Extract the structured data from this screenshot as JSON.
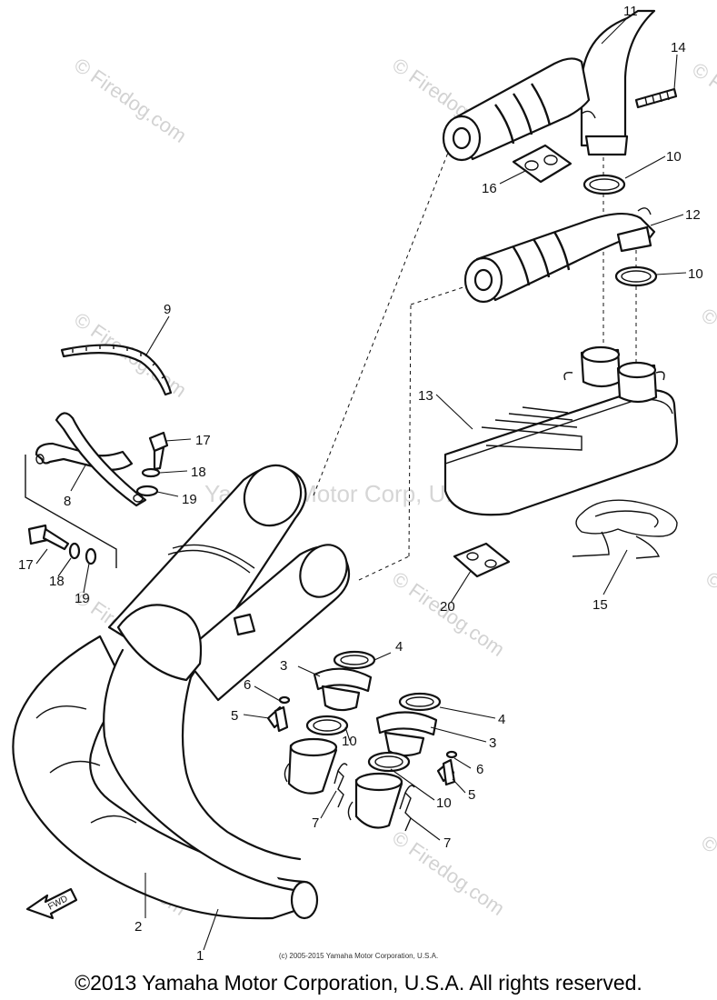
{
  "watermarks": {
    "site": "© Firedog.com",
    "corp": "Yamaha Motor Corp, U.S.A."
  },
  "callouts": {
    "c1": "1",
    "c2": "2",
    "c3a": "3",
    "c3b": "3",
    "c4a": "4",
    "c4b": "4",
    "c5a": "5",
    "c5b": "5",
    "c6a": "6",
    "c6b": "6",
    "c7a": "7",
    "c7b": "7",
    "c8": "8",
    "c9": "9",
    "c10a": "10",
    "c10b": "10",
    "c10c": "10",
    "c10d": "10",
    "c11": "11",
    "c12": "12",
    "c13": "13",
    "c14": "14",
    "c15": "15",
    "c16": "16",
    "c17a": "17",
    "c17b": "17",
    "c18a": "18",
    "c18b": "18",
    "c19a": "19",
    "c19b": "19",
    "c20": "20"
  },
  "fwd_label": "FWD",
  "footer": {
    "small": "(c) 2005-2015 Yamaha Motor Corporation, U.S.A.",
    "main": "©2013 Yamaha Motor Corporation, U.S.A. All rights reserved."
  }
}
